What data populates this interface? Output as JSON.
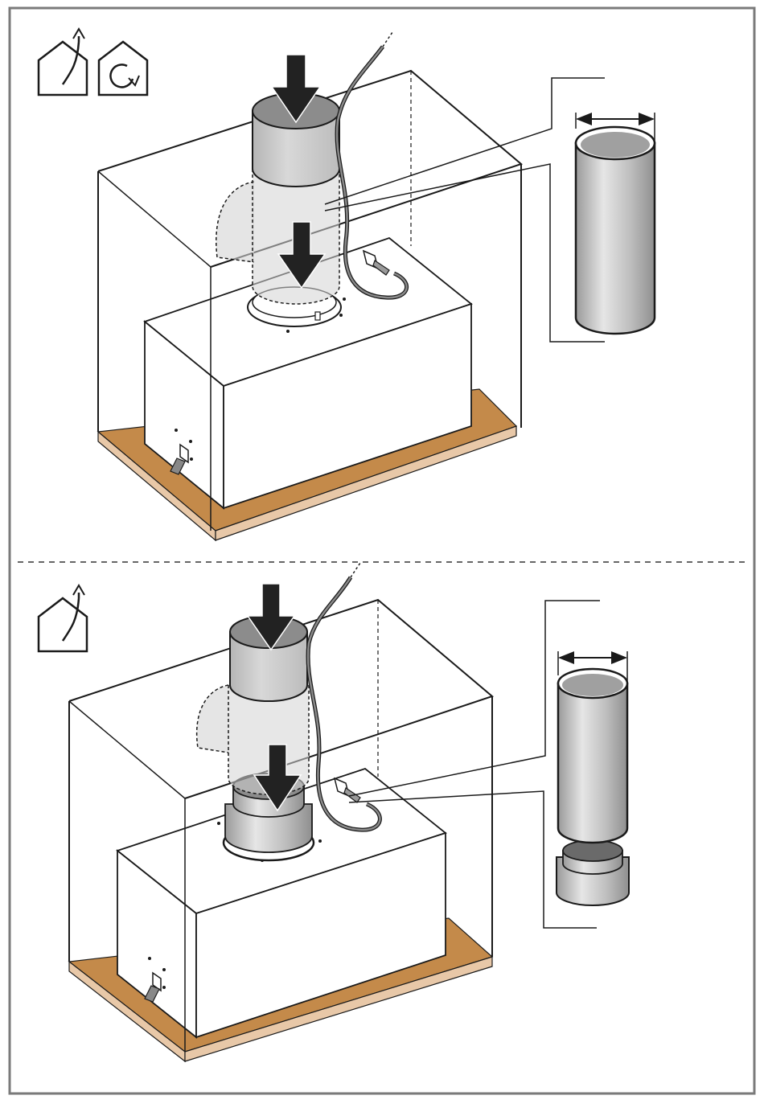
{
  "figure": {
    "panels": [
      {
        "id": "top",
        "mode_icons": [
          "ducted-exhaust-icon",
          "recirculation-icon"
        ],
        "parts": [
          "wall-cabinet",
          "cooker-hood",
          "air-duct",
          "duct-collar",
          "power-cable",
          "plug",
          "cabinet-floor-board"
        ],
        "callout": "duct-pipe-diameter-detail",
        "arrows": 2
      },
      {
        "id": "bottom",
        "mode_icons": [
          "ducted-exhaust-icon"
        ],
        "parts": [
          "wall-cabinet",
          "cooker-hood",
          "air-duct",
          "reducer-adapter",
          "power-cable",
          "plug",
          "cabinet-floor-board"
        ],
        "callout": "duct-pipe-with-adapter-diameter-detail",
        "arrows": 2
      }
    ],
    "colors": {
      "frame": "#7a7a7a",
      "line": "#1a1a1a",
      "duct_fill": "#c8c8c8",
      "duct_top": "#8c8c8c",
      "arrow": "#222222",
      "board_top": "#c48a4a",
      "board_edge": "#e8c8a8",
      "separator": "#333333"
    }
  }
}
